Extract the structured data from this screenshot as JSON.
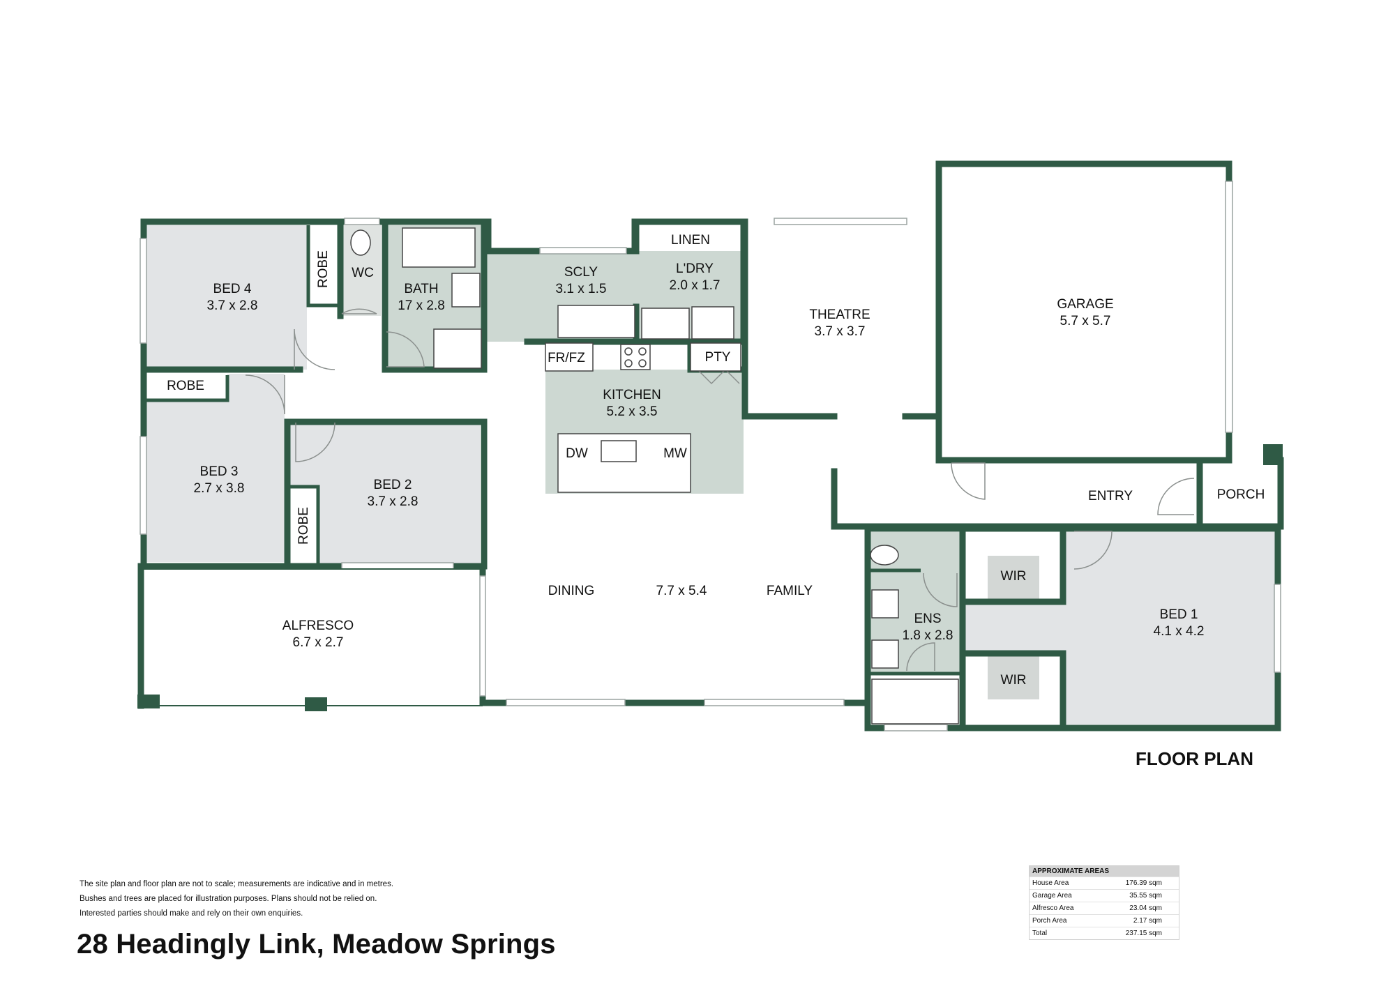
{
  "plan_title": "FLOOR PLAN",
  "address": "28 Headingly Link, Meadow Springs",
  "disclaimer": [
    "The site plan and floor plan are not to scale; measurements are indicative and in metres.",
    "Bushes and trees are placed for illustration purposes. Plans should not be relied on.",
    "Interested parties should make and rely on their own enquiries."
  ],
  "areas": {
    "heading": "APPROXIMATE AREAS",
    "rows": [
      {
        "label": "House Area",
        "value": "176.39 sqm"
      },
      {
        "label": "Garage Area",
        "value": "35.55 sqm"
      },
      {
        "label": "Alfresco Area",
        "value": "23.04 sqm"
      },
      {
        "label": "Porch Area",
        "value": "2.17 sqm"
      },
      {
        "label": "Total",
        "value": "237.15 sqm"
      }
    ]
  },
  "rooms": {
    "bed4": {
      "name": "BED 4",
      "size": "3.7 x 2.8"
    },
    "robe_bed4": {
      "name": "ROBE"
    },
    "wc": {
      "name": "WC"
    },
    "bath": {
      "name": "BATH",
      "size": "17 x 2.8"
    },
    "scly": {
      "name": "SCLY",
      "size": "3.1 x 1.5"
    },
    "linen": {
      "name": "LINEN"
    },
    "ldry": {
      "name": "L'DRY",
      "size": "2.0 x 1.7"
    },
    "theatre": {
      "name": "THEATRE",
      "size": "3.7 x 3.7"
    },
    "garage": {
      "name": "GARAGE",
      "size": "5.7 x 5.7"
    },
    "robe_bed3": {
      "name": "ROBE"
    },
    "frfz": {
      "name": "FR/FZ"
    },
    "pty": {
      "name": "PTY"
    },
    "kitchen": {
      "name": "KITCHEN",
      "size": "5.2 x 3.5"
    },
    "dw": {
      "name": "DW"
    },
    "mw": {
      "name": "MW"
    },
    "bed3": {
      "name": "BED 3",
      "size": "2.7 x 3.8"
    },
    "bed2": {
      "name": "BED 2",
      "size": "3.7 x 2.8"
    },
    "robe_bed2": {
      "name": "ROBE"
    },
    "entry": {
      "name": "ENTRY"
    },
    "porch": {
      "name": "PORCH"
    },
    "dining": {
      "name": "DINING"
    },
    "living_size": {
      "size": "7.7 x 5.4"
    },
    "family": {
      "name": "FAMILY"
    },
    "alfresco": {
      "name": "ALFRESCO",
      "size": "6.7 x 2.7"
    },
    "ens": {
      "name": "ENS",
      "size": "1.8 x 2.8"
    },
    "wir1": {
      "name": "WIR"
    },
    "wir2": {
      "name": "WIR"
    },
    "bed1": {
      "name": "BED 1",
      "size": "4.1 x 4.2"
    }
  },
  "colors": {
    "wall": "#2f5a45",
    "bedroom_fill": "#e2e4e6",
    "wet_fill": "#cdd8d2",
    "robe_fill": "#ffffff"
  }
}
